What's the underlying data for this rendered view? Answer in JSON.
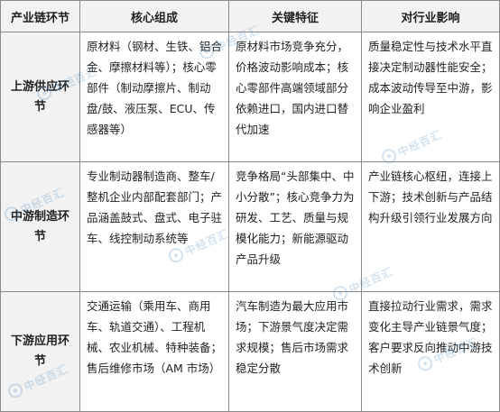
{
  "table": {
    "headers": [
      "产业链环节",
      "核心组成",
      "关键特征",
      "对行业影响"
    ],
    "rows": [
      {
        "stage": "上游供应环节",
        "composition": "原材料（钢材、生铁、铝合金、摩擦材料等）；核心零部件（制动摩擦片、制动盘/鼓、液压泵、ECU、传感器等）",
        "features": "原材料市场竞争充分，价格波动影响成本；核心零部件高端领域部分依赖进口，国内进口替代加速",
        "impact": "质量稳定性与技术水平直接决定制动器性能安全；成本波动传导至中游，影响企业盈利"
      },
      {
        "stage": "中游制造环节",
        "composition": "专业制动器制造商、整车/整机企业内部配套部门；产品涵盖鼓式、盘式、电子驻车、线控制动系统等",
        "features": "竞争格局“头部集中、中小分散”；核心竞争力为研发、工艺、质量与规模化能力；新能源驱动产品升级",
        "impact": "产业链核心枢纽，连接上下游；技术创新与产品结构升级引领行业发展方向"
      },
      {
        "stage": "下游应用环节",
        "composition": "交通运输（乘用车、商用车、轨道交通）、工程机械、农业机械、特种装备；售后维修市场（AM 市场）",
        "features": "汽车制造为最大应用市场；下游景气度决定需求规模；售后市场需求稳定分散",
        "impact": "直接拉动行业需求，需求变化主导产业链景气度；客户要求反向推动中游技术创新"
      }
    ]
  },
  "watermark": {
    "text": "中经百汇",
    "color": "#3a7fbf",
    "icon": "circle-logo-icon"
  }
}
